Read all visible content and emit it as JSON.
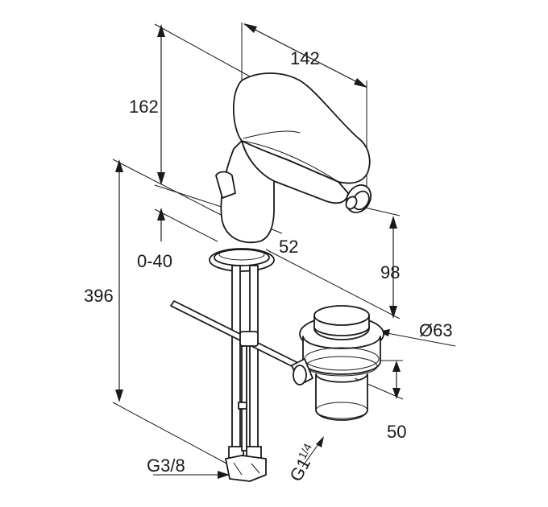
{
  "dimensions": {
    "total_height": "396",
    "spout_height": "162",
    "depth": "142",
    "spout_reach": "52",
    "deck_thickness": "0-40",
    "waste_offset": "98",
    "waste_diameter": "Ø63",
    "waste_length": "50",
    "supply_thread": "G3/8",
    "waste_thread_main": "G1",
    "waste_thread_fraction": "1/4"
  }
}
